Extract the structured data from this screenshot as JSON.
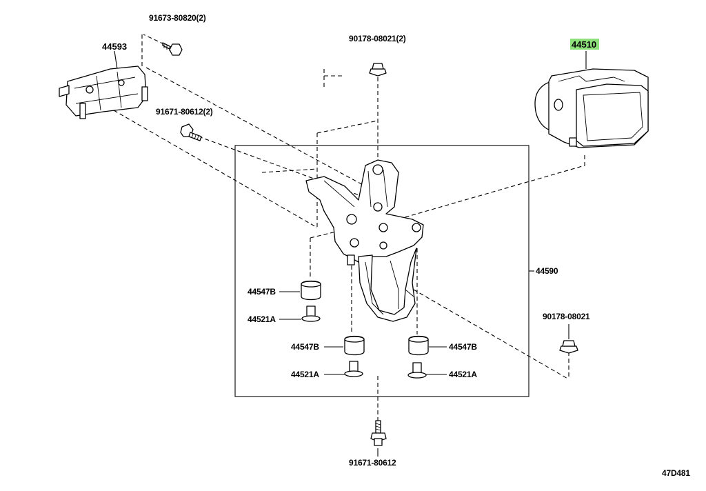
{
  "diagram": {
    "code": "47D481",
    "highlight_color": "#8ee07a",
    "labels": {
      "bolt_top_left": "91673-80820(2)",
      "bracket_left": "44593",
      "bolt_mid_left": "91671-80612(2)",
      "nut_top_center": "90178-08021(2)",
      "actuator": "44510",
      "bracket_assembly": "44590",
      "cushion_left": "44547B",
      "collar_left": "44521A",
      "cushion_center": "44547B",
      "collar_center": "44521A",
      "cushion_right": "44547B",
      "collar_right": "44521A",
      "nut_right": "90178-08021",
      "bolt_bottom": "91671-80612"
    }
  }
}
